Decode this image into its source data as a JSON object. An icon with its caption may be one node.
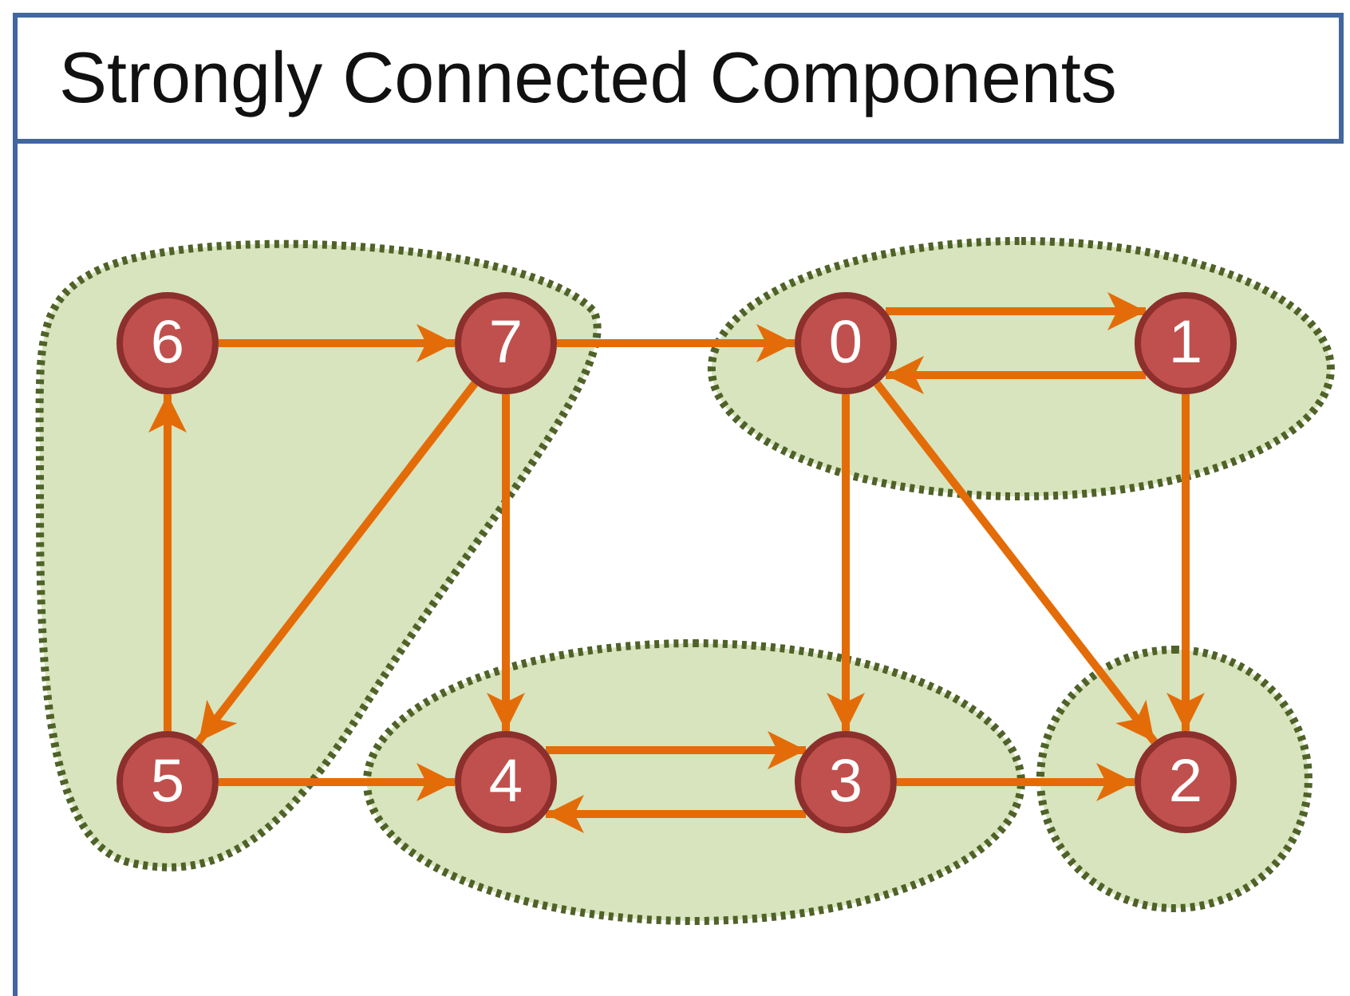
{
  "diagram": {
    "title": "Strongly Connected Components",
    "nodes": [
      {
        "text": [],
        "shape": "blob"
      },
      {
        "text": [
          "6"
        ],
        "in": 0
      },
      {
        "text": [
          "7"
        ],
        "in": 0
      },
      {
        "text": [
          "5"
        ],
        "in": 0
      },
      {
        "text": [],
        "shape": "blob"
      },
      {
        "text": [
          "0"
        ],
        "in": 4
      },
      {
        "text": [
          "1"
        ],
        "in": 4
      },
      {
        "text": [],
        "shape": "blob"
      },
      {
        "text": [
          "4"
        ],
        "in": 7
      },
      {
        "text": [
          "3"
        ],
        "in": 7
      },
      {
        "text": [],
        "shape": "blob"
      },
      {
        "text": [
          "2"
        ],
        "in": 10
      }
    ],
    "edges": [
      {
        "from": 1,
        "to": 2,
        "arrow": "to"
      },
      {
        "from": 2,
        "to": 5,
        "arrow": "to"
      },
      {
        "from": 5,
        "to": 6,
        "arrow": "to"
      },
      {
        "from": 6,
        "to": 5,
        "arrow": "to"
      },
      {
        "from": 2,
        "to": 3,
        "arrow": "to"
      },
      {
        "from": 2,
        "to": 8,
        "arrow": "to"
      },
      {
        "from": 3,
        "to": 1,
        "arrow": "to"
      },
      {
        "from": 3,
        "to": 8,
        "arrow": "to"
      },
      {
        "from": 8,
        "to": 9,
        "arrow": "to"
      },
      {
        "from": 9,
        "to": 8,
        "arrow": "to"
      },
      {
        "from": 5,
        "to": 9,
        "arrow": "to"
      },
      {
        "from": 5,
        "to": 11,
        "arrow": "to"
      },
      {
        "from": 6,
        "to": 11,
        "arrow": "to"
      },
      {
        "from": 9,
        "to": 11,
        "arrow": "to"
      }
    ]
  }
}
